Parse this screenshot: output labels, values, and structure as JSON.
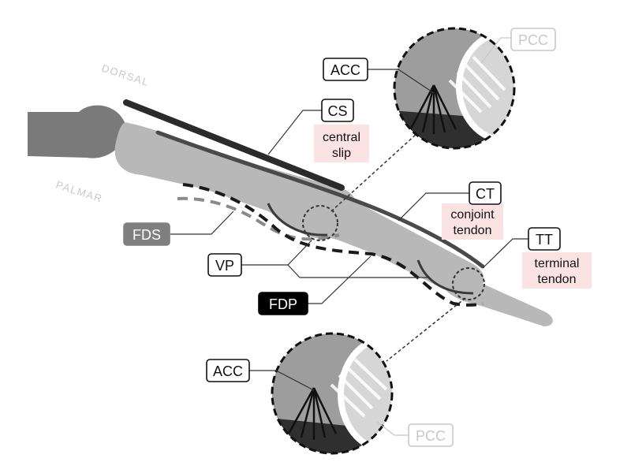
{
  "orientation": {
    "dorsal": "DORSAL",
    "palmar": "PALMAR"
  },
  "labels": {
    "acc_top": "ACC",
    "pcc_top": "PCC",
    "cs": "CS",
    "cs_desc_line1": "central",
    "cs_desc_line2": "slip",
    "ct": "CT",
    "ct_desc_line1": "conjoint",
    "ct_desc_line2": "tendon",
    "tt": "TT",
    "tt_desc_line1": "terminal",
    "tt_desc_line2": "tendon",
    "fds": "FDS",
    "vp": "VP",
    "fdp": "FDP",
    "acc_bottom": "ACC",
    "pcc_bottom": "PCC"
  },
  "colors": {
    "bone_metacarpal": "#7a7a7a",
    "bone_phalanx": "#b8b8b8",
    "tendon_dark": "#2b2b2b",
    "tendon_mid": "#4a4a4a",
    "pink_highlight": "#fbe3e3",
    "fds_box": "#7f7f7f",
    "fdp_box": "#000000",
    "faded": "#c8c8c8"
  }
}
